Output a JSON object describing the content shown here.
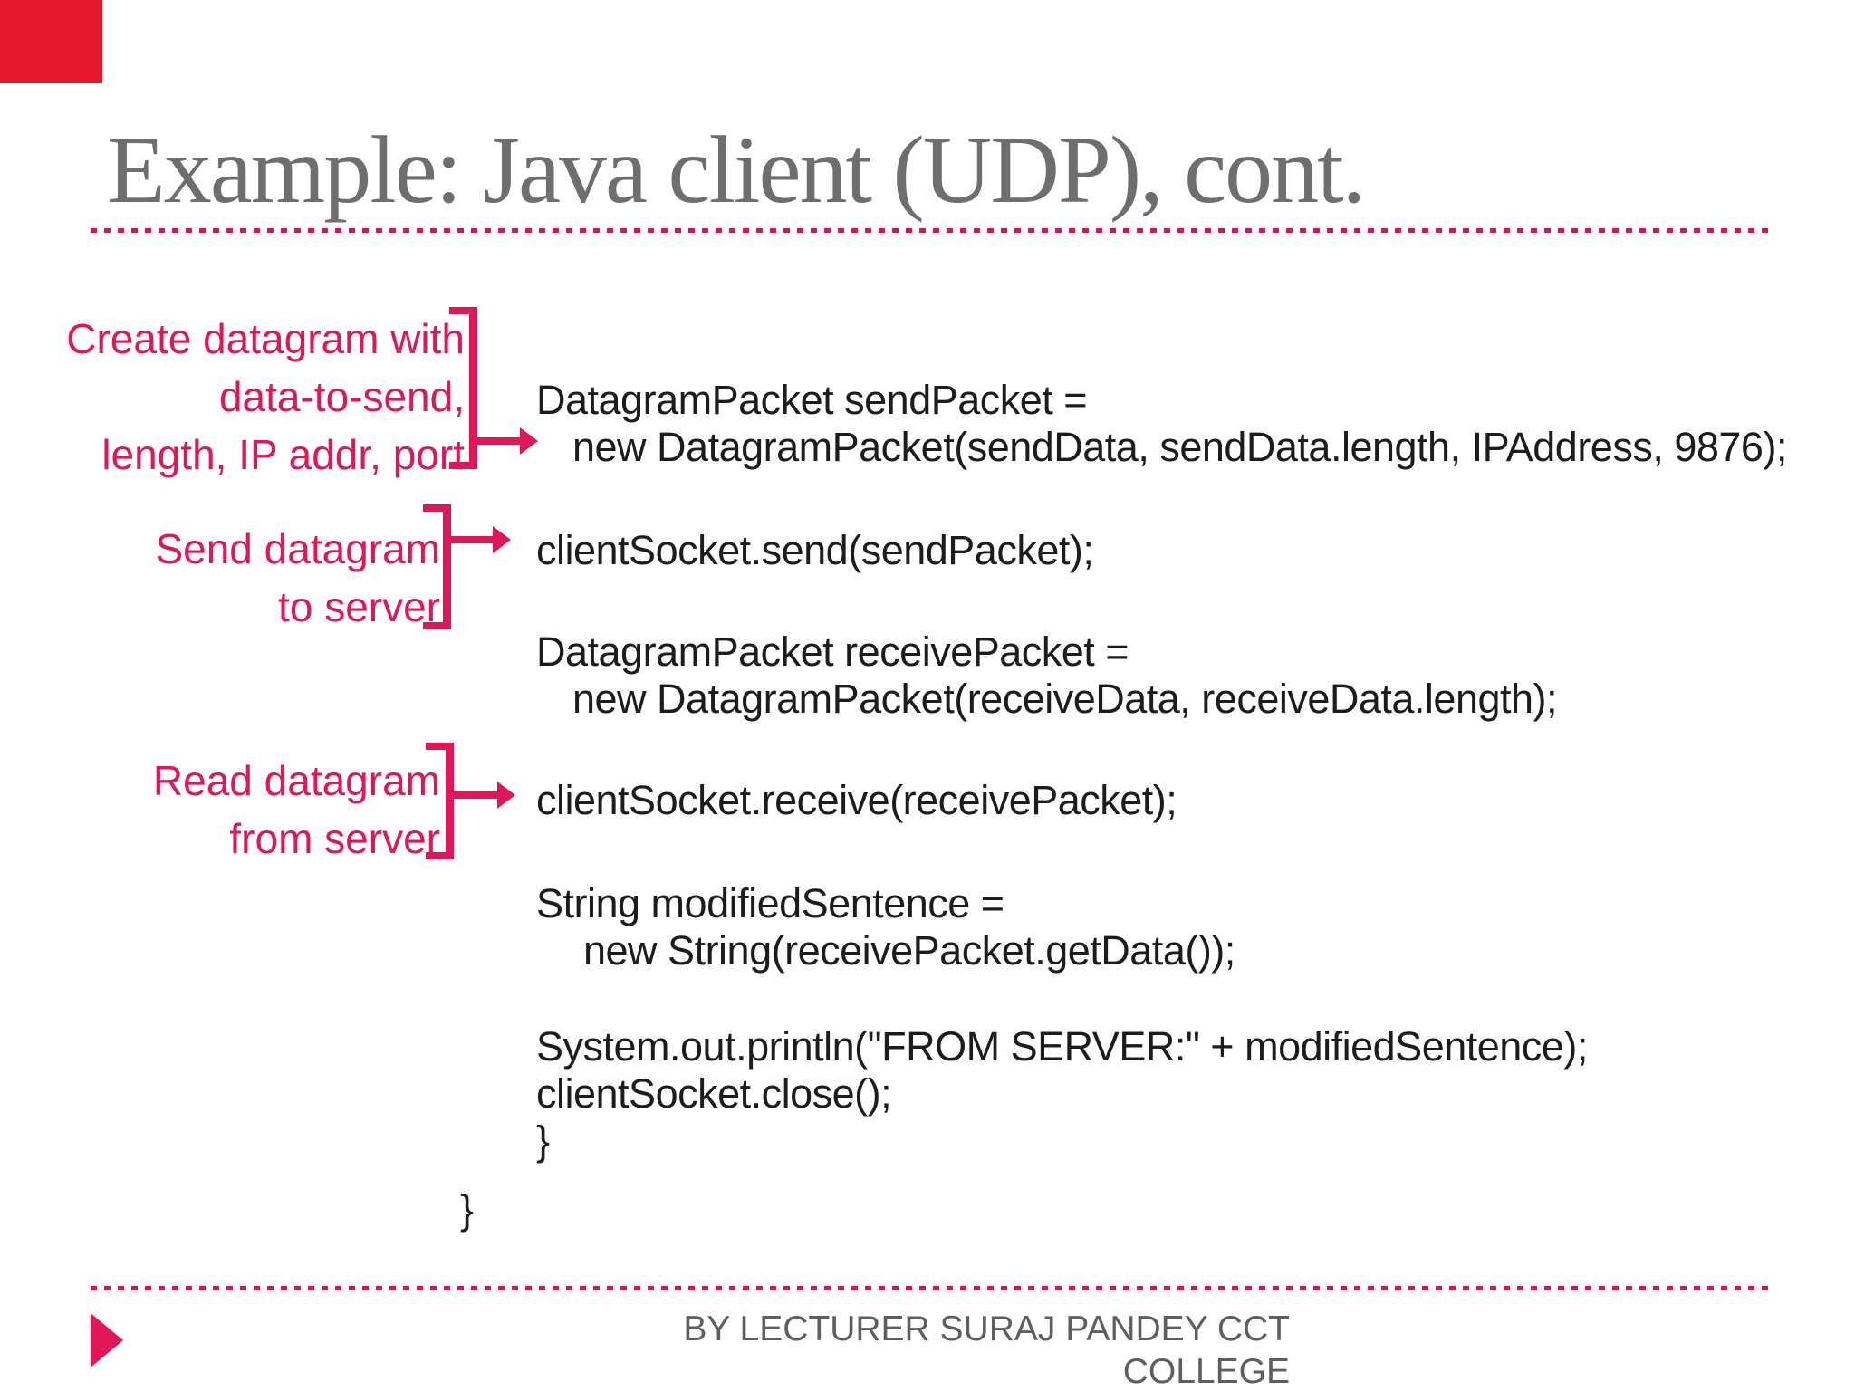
{
  "slide": {
    "title": "Example: Java client (UDP), cont.",
    "annotations": [
      {
        "lines": [
          "Create datagram with",
          "data-to-send,",
          "length, IP addr, port"
        ]
      },
      {
        "lines": [
          "Send datagram",
          "to server"
        ]
      },
      {
        "lines": [
          "Read datagram",
          "from server"
        ]
      }
    ],
    "code": {
      "a1": "DatagramPacket sendPacket =",
      "a2": "new DatagramPacket(sendData, sendData.length, IPAddress, 9876);",
      "b1": "clientSocket.send(sendPacket);",
      "c1": "DatagramPacket receivePacket =",
      "c2": "new DatagramPacket(receiveData, receiveData.length);",
      "d1": "clientSocket.receive(receivePacket);",
      "e1": "String modifiedSentence =",
      "e2": "new String(receivePacket.getData());",
      "f1": "System.out.println(\"FROM SERVER:\" + modifiedSentence);",
      "f2": "clientSocket.close();",
      "f3": "}",
      "g1": "}"
    },
    "footer": {
      "line1": "BY LECTURER SURAJ PANDEY CCT",
      "line2": "COLLEGE"
    },
    "colors": {
      "accent_pink": "#df1757",
      "corner_red": "#e5182d",
      "title_gray": "#6e6e6e",
      "code_color": "#1c1c1c",
      "footer_gray": "#5e5e5e"
    }
  }
}
